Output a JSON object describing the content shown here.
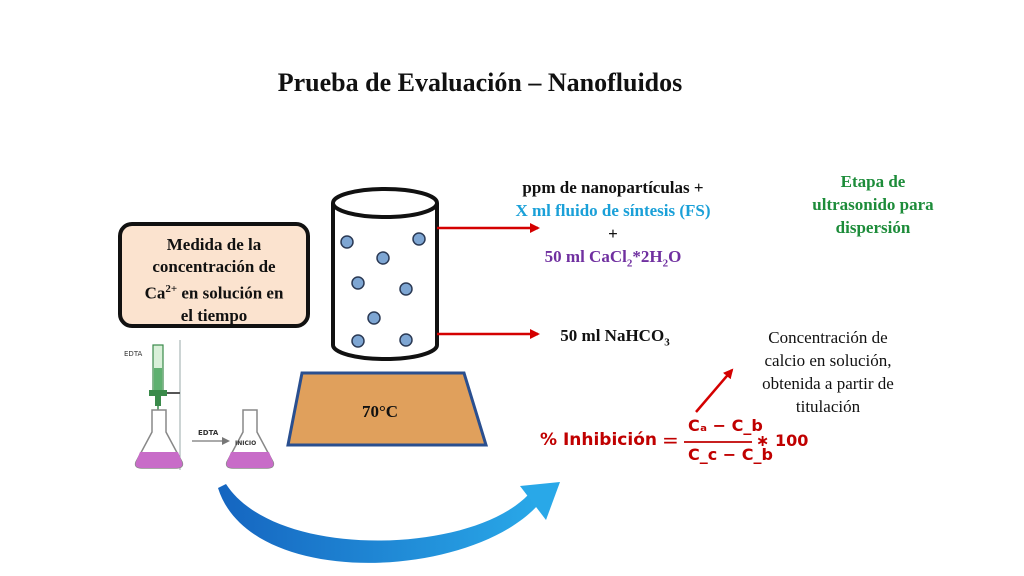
{
  "title": "Prueba de Evaluación – Nanofluidos",
  "measure_box": {
    "line1": "Medida de la",
    "line2": "concentración de",
    "line3_prefix": "Ca",
    "line3_sup": "2+",
    "line3_suffix": " en solución en",
    "line4": "el tiempo"
  },
  "inputs": {
    "ppm": "ppm de nanopartículas +",
    "fluid": "X ml fluido de síntesis (FS)",
    "plus": "+",
    "cacl_prefix": "50 ml CaCl",
    "cacl_sub1": "2",
    "cacl_mid": "*2H",
    "cacl_sub2": "2",
    "cacl_suffix": "O",
    "nahco_prefix": "50 ml NaHCO",
    "nahco_sub": "3"
  },
  "ultrasound": {
    "line1": "Etapa de",
    "line2": "ultrasonido para",
    "line3": "dispersión"
  },
  "concentration_note": {
    "line1": "Concentración de",
    "line2": "calcio en solución,",
    "line3": "obtenida a partir de",
    "line4": "titulación"
  },
  "heater": {
    "temperature": "70°C"
  },
  "titration": {
    "burette_label": "EDTA",
    "arrow_label": "EDTA",
    "flask_label": "INICIO"
  },
  "formula": {
    "lhs": "% Inhibición",
    "equals": "=",
    "num": "Cₐ − C_b",
    "den": "C_c − C_b",
    "times": "∗ 100"
  },
  "colors": {
    "title": "#111111",
    "green": "#1d8c3a",
    "blue": "#1aa0d8",
    "purple": "#7030a0",
    "red": "#c00000",
    "box_fill": "#fbe3cf",
    "heater_fill": "#e0a05c",
    "ball": "#7ea6d3",
    "arc": "#1f8fd6"
  }
}
